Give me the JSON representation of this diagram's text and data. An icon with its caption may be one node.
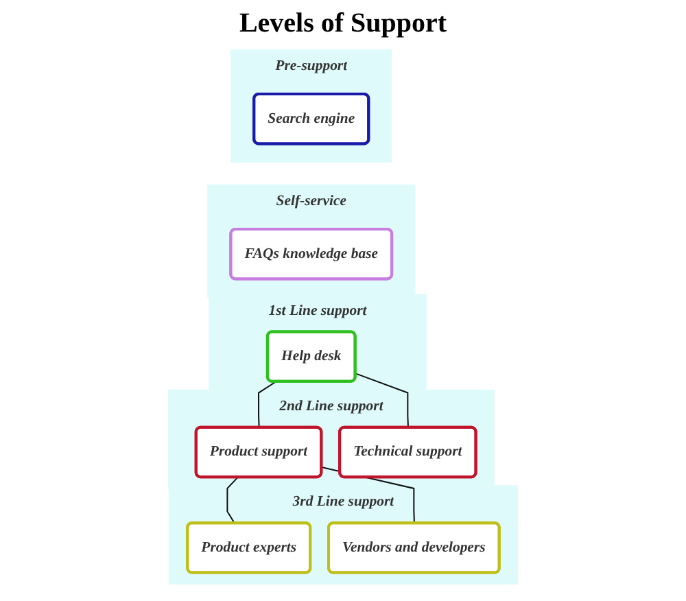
{
  "diagram": {
    "title": "Levels of Support",
    "nodes": [
      {
        "text": [
          "Pre-support"
        ]
      },
      {
        "text": [
          "Search engine"
        ],
        "in": 0
      },
      {
        "text": [
          "Self-service"
        ]
      },
      {
        "text": [
          "FAQs knowledge base"
        ],
        "in": 2
      },
      {
        "text": [
          "1st Line support"
        ]
      },
      {
        "text": [
          "Help desk"
        ],
        "in": 4
      },
      {
        "text": [
          "2nd Line support"
        ]
      },
      {
        "text": [
          "Product support"
        ],
        "in": 6
      },
      {
        "text": [
          "Technical support"
        ],
        "in": 6
      },
      {
        "text": [
          "3rd Line support"
        ]
      },
      {
        "text": [
          "Product experts"
        ],
        "in": 9
      },
      {
        "text": [
          "Vendors and developers"
        ],
        "in": 9
      }
    ],
    "edges": [
      {
        "from": 5,
        "to": 7,
        "arrow": "none"
      },
      {
        "from": 5,
        "to": 8,
        "arrow": "none"
      },
      {
        "from": 7,
        "to": 10,
        "arrow": "none"
      },
      {
        "from": 7,
        "to": 11,
        "arrow": "none"
      }
    ]
  }
}
